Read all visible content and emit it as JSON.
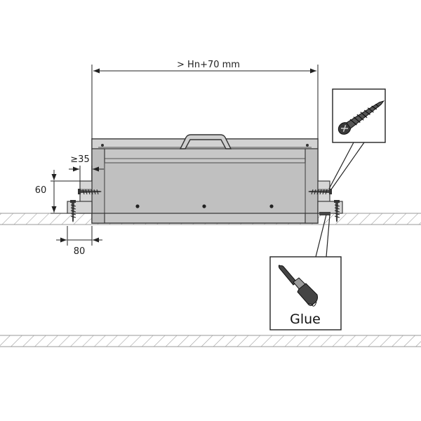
{
  "dimensions": {
    "overall_width": "> Hn+70 mm",
    "min_offset": "≥35",
    "height": "60",
    "width": "80"
  },
  "callouts": {
    "screw": {
      "icon": "screw-icon"
    },
    "glue": {
      "icon": "paintbrush-icon",
      "label": "Glue"
    }
  },
  "colors": {
    "box_fill": "#c4c4c4",
    "box_stroke": "#3a3a3a",
    "hatch": "#9a9a9a",
    "line": "#222222"
  }
}
